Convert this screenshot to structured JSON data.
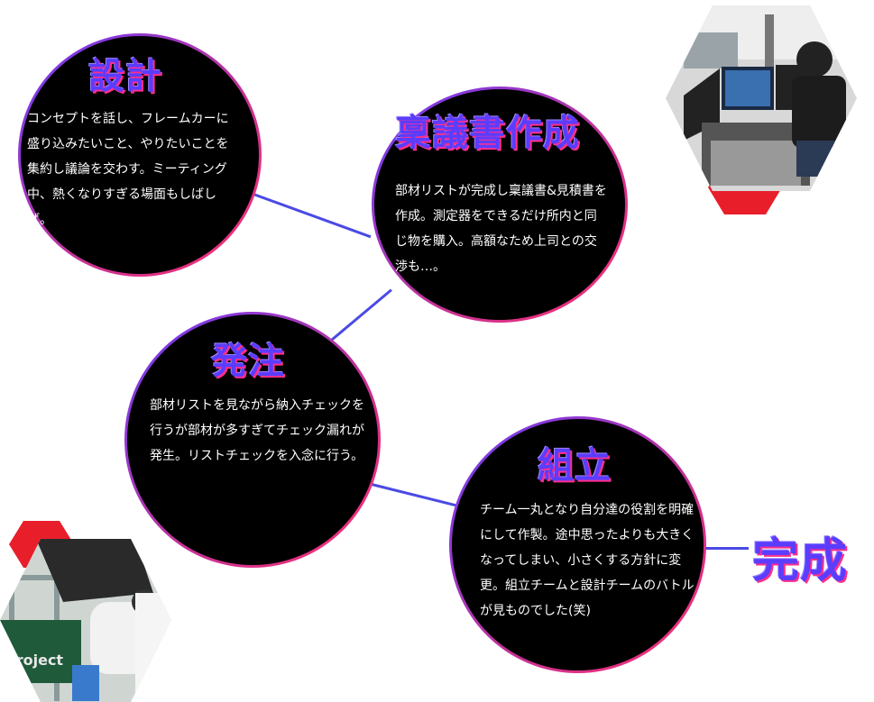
{
  "steps": [
    {
      "title": "設計",
      "text": "コンセプトを話し、フレームカーに盛り込みたいこと、やりたいことを集約し議論を交わす。ミーティング中、熱くなりすぎる場面もしばしば。"
    },
    {
      "title": "稟議書作成",
      "text": "部材リストが完成し稟議書&見積書を作成。測定器をできるだけ所内と同じ物を購入。高額なため上司との交渉も…。"
    },
    {
      "title": "発注",
      "text": "部材リストを見ながら納入チェックを行うが部材が多すぎてチェック漏れが発生。リストチェックを入念に行う。"
    },
    {
      "title": "組立",
      "text": "チーム一丸となり自分達の役割を明確にして作製。途中思ったよりも大きくなってしまい、小さくする方針に変更。組立チームと設計チームのバトルが見ものでした(笑)"
    }
  ],
  "final": {
    "title": "完成"
  },
  "colors": {
    "accent": "#5a3dff",
    "shadow": "#ff2e8a",
    "line": "#4a4ae6",
    "hex_red": "#e81f2a"
  },
  "photos": [
    {
      "icon": "driving-simulator-photo",
      "text": ""
    },
    {
      "icon": "frame-assembly-photo",
      "text": "Project"
    }
  ]
}
